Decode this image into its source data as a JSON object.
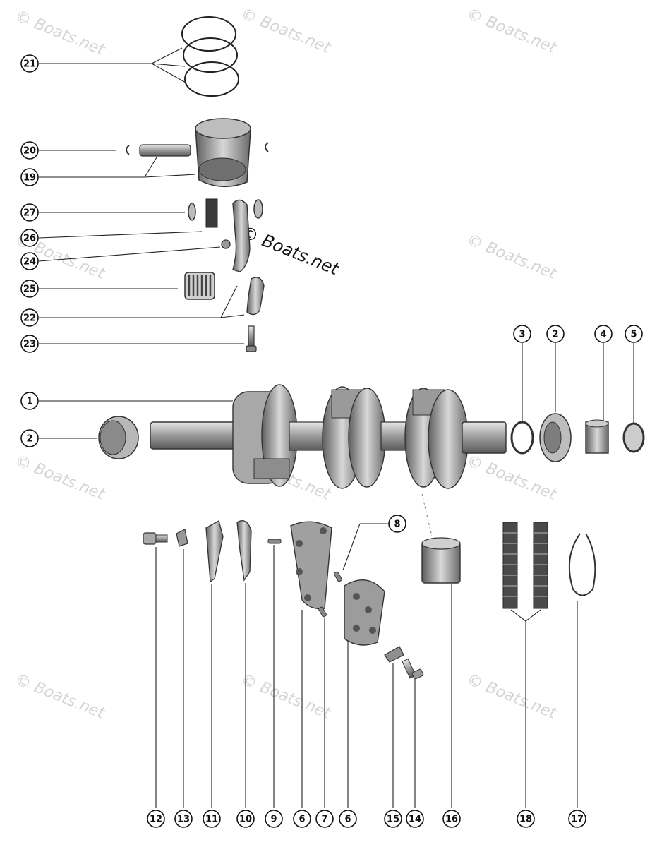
{
  "watermark": "© Boats.net",
  "center_watermark": "© Boats.net",
  "callouts": {
    "c21": "21",
    "c20": "20",
    "c19": "19",
    "c27": "27",
    "c26": "26",
    "c24": "24",
    "c25": "25",
    "c22": "22",
    "c23": "23",
    "c1": "1",
    "c2a": "2",
    "c3": "3",
    "c2b": "2",
    "c4": "4",
    "c5": "5",
    "c8": "8",
    "c12": "12",
    "c13": "13",
    "c11": "11",
    "c10": "10",
    "c9": "9",
    "c6a": "6",
    "c7": "7",
    "c6b": "6",
    "c15": "15",
    "c14": "14",
    "c16": "16",
    "c18": "18",
    "c17": "17"
  }
}
